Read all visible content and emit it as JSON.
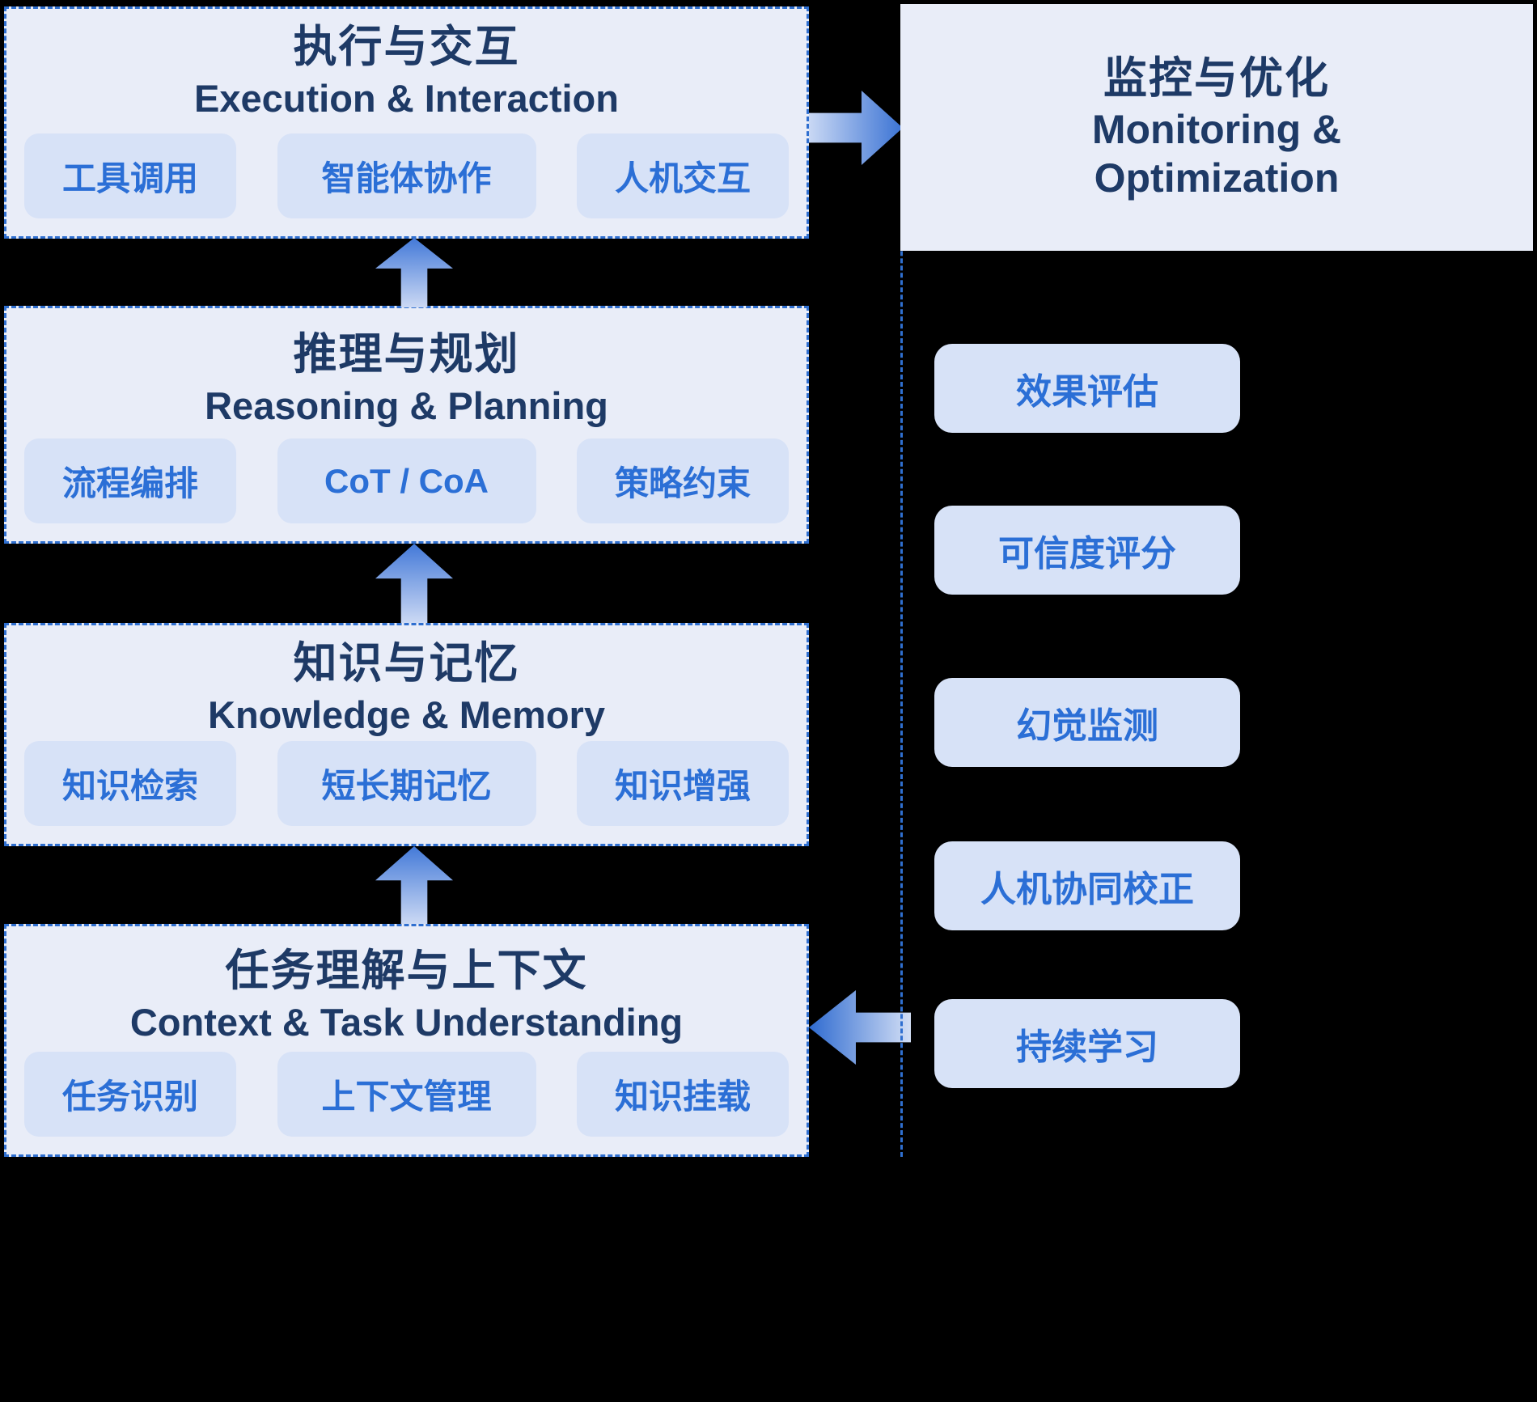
{
  "colors": {
    "background": "#000000",
    "layer_fill": "#e9edf8",
    "dashed_border": "#2f6fd0",
    "chip_fill": "#d7e2f7",
    "chip_text": "#2b6fd6",
    "title_text": "#1e3a66",
    "arrow_dark": "#3b73d4",
    "arrow_light": "#ccd9f4"
  },
  "layers": [
    {
      "title_zh": "执行与交互",
      "title_en": "Execution & Interaction",
      "chips": [
        "工具调用",
        "智能体协作",
        "人机交互"
      ]
    },
    {
      "title_zh": "推理与规划",
      "title_en": "Reasoning & Planning",
      "chips": [
        "流程编排",
        "CoT / CoA",
        "策略约束"
      ]
    },
    {
      "title_zh": "知识与记忆",
      "title_en": "Knowledge & Memory",
      "chips": [
        "知识检索",
        "短长期记忆",
        "知识增强"
      ]
    },
    {
      "title_zh": "任务理解与上下文",
      "title_en": "Context & Task Understanding",
      "chips": [
        "任务识别",
        "上下文管理",
        "知识挂载"
      ]
    }
  ],
  "monitor": {
    "title_zh": "监控与优化",
    "title_en_line1": "Monitoring &",
    "title_en_line2": "Optimization",
    "items": [
      "效果评估",
      "可信度评分",
      "幻觉监测",
      "人机协同校正",
      "持续学习"
    ]
  }
}
